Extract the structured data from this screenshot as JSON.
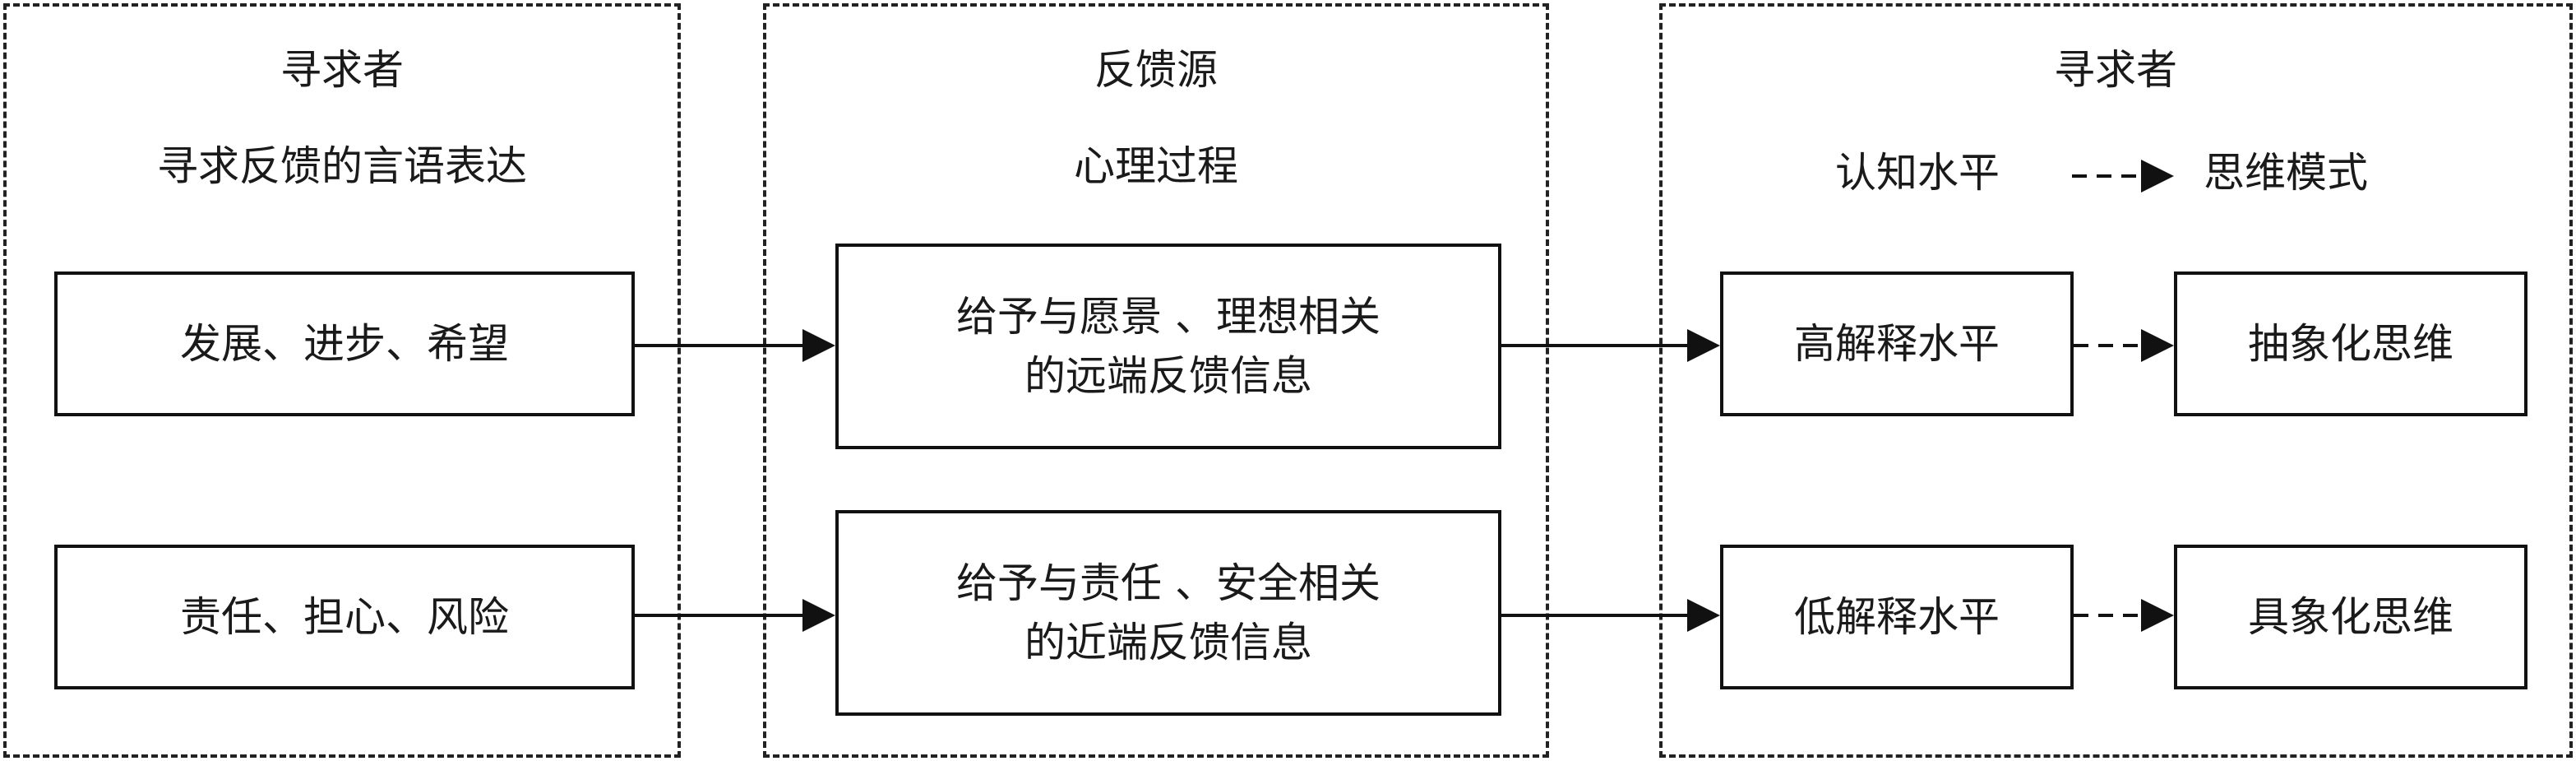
{
  "left_panel": {
    "title": "寻求者",
    "subtitle": "寻求反馈的言语表达",
    "box_top": "发展、进步、希望",
    "box_bottom": "责任、担心、风险"
  },
  "middle_panel": {
    "title": "反馈源",
    "subtitle": "心理过程",
    "box_top": [
      "给予与愿景 、理想相关",
      "的远端反馈信息"
    ],
    "box_bottom": [
      "给予与责任 、安全相关",
      "的近端反馈信息"
    ]
  },
  "right_panel": {
    "title": "寻求者",
    "header_left": "认知水平",
    "header_right": "思维模式",
    "box_top_left": "高解释水平",
    "box_top_right": "抽象化思维",
    "box_bottom_left": "低解释水平",
    "box_bottom_right": "具象化思维"
  }
}
